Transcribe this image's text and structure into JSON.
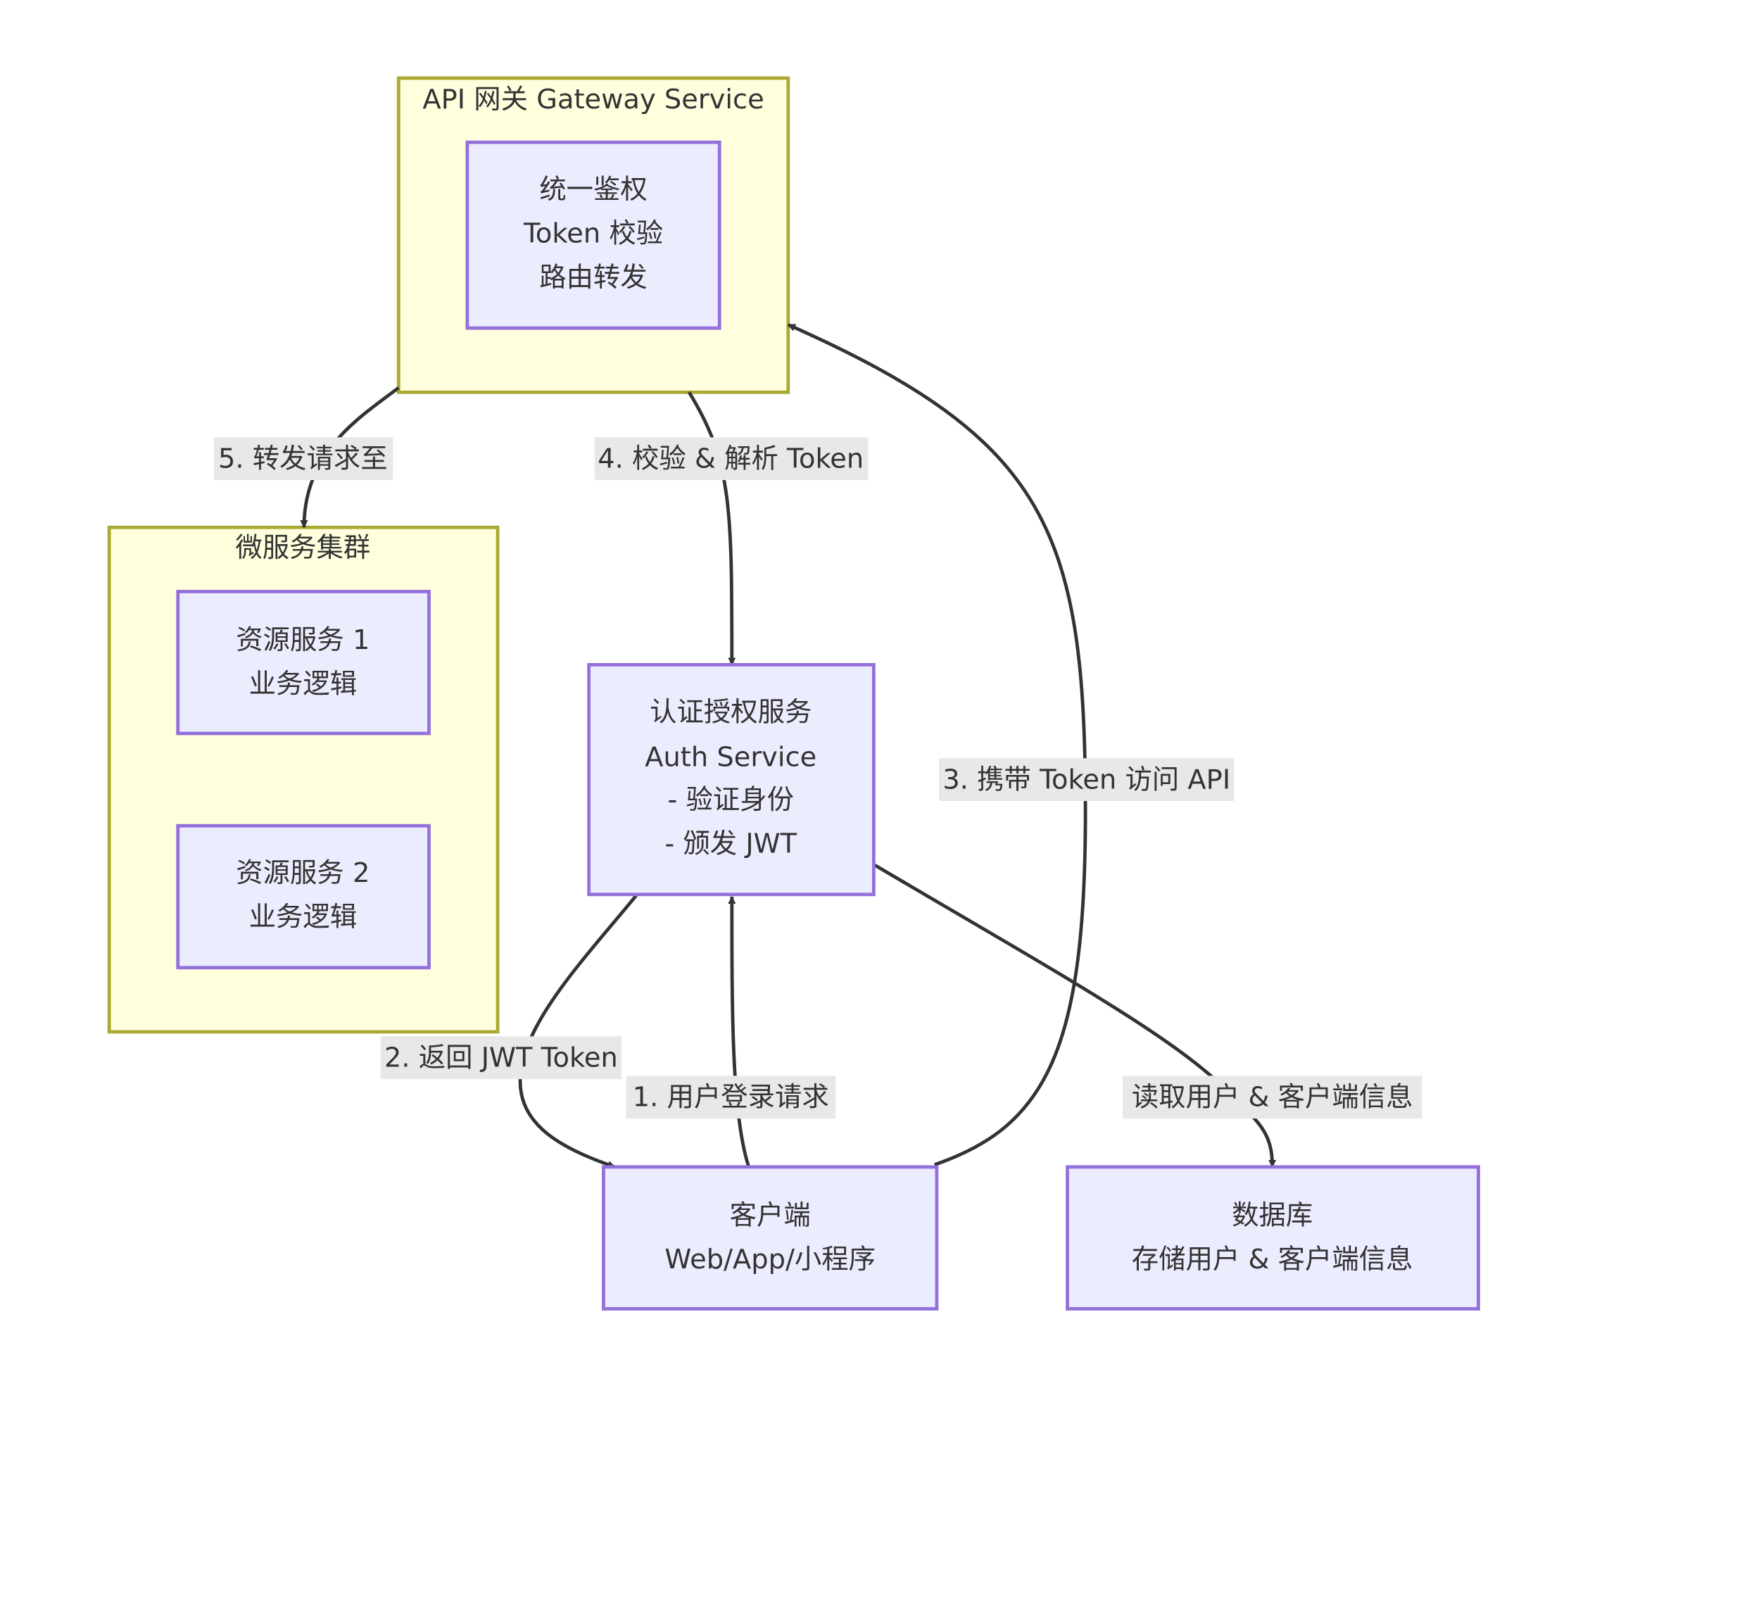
{
  "clusters": {
    "gateway": {
      "title": "API 网关 Gateway Service"
    },
    "micro": {
      "title": "微服务集群"
    }
  },
  "nodes": {
    "gateway_core": [
      "统一鉴权",
      "Token 校验",
      "路由转发"
    ],
    "res1": [
      "资源服务 1",
      "业务逻辑"
    ],
    "res2": [
      "资源服务 2",
      "业务逻辑"
    ],
    "auth": [
      "认证授权服务",
      "Auth Service",
      "- 验证身份",
      "- 颁发 JWT"
    ],
    "client": [
      "客户端",
      "Web/App/小程序"
    ],
    "db": [
      "数据库",
      "存储用户 & 客户端信息"
    ]
  },
  "edges": {
    "e1": "1. 用户登录请求",
    "e2": "2. 返回 JWT Token",
    "e3": "3. 携带 Token 访问 API",
    "e4": "4. 校验 & 解析 Token",
    "e5": "5. 转发请求至",
    "e6": "读取用户 & 客户端信息"
  },
  "colors": {
    "cluster_fill": "#ffffde",
    "cluster_stroke": "#aaaa33",
    "node_fill": "#ececff",
    "node_stroke": "#9370db",
    "edge": "#333333",
    "label_bg": "#e8e8e8"
  }
}
